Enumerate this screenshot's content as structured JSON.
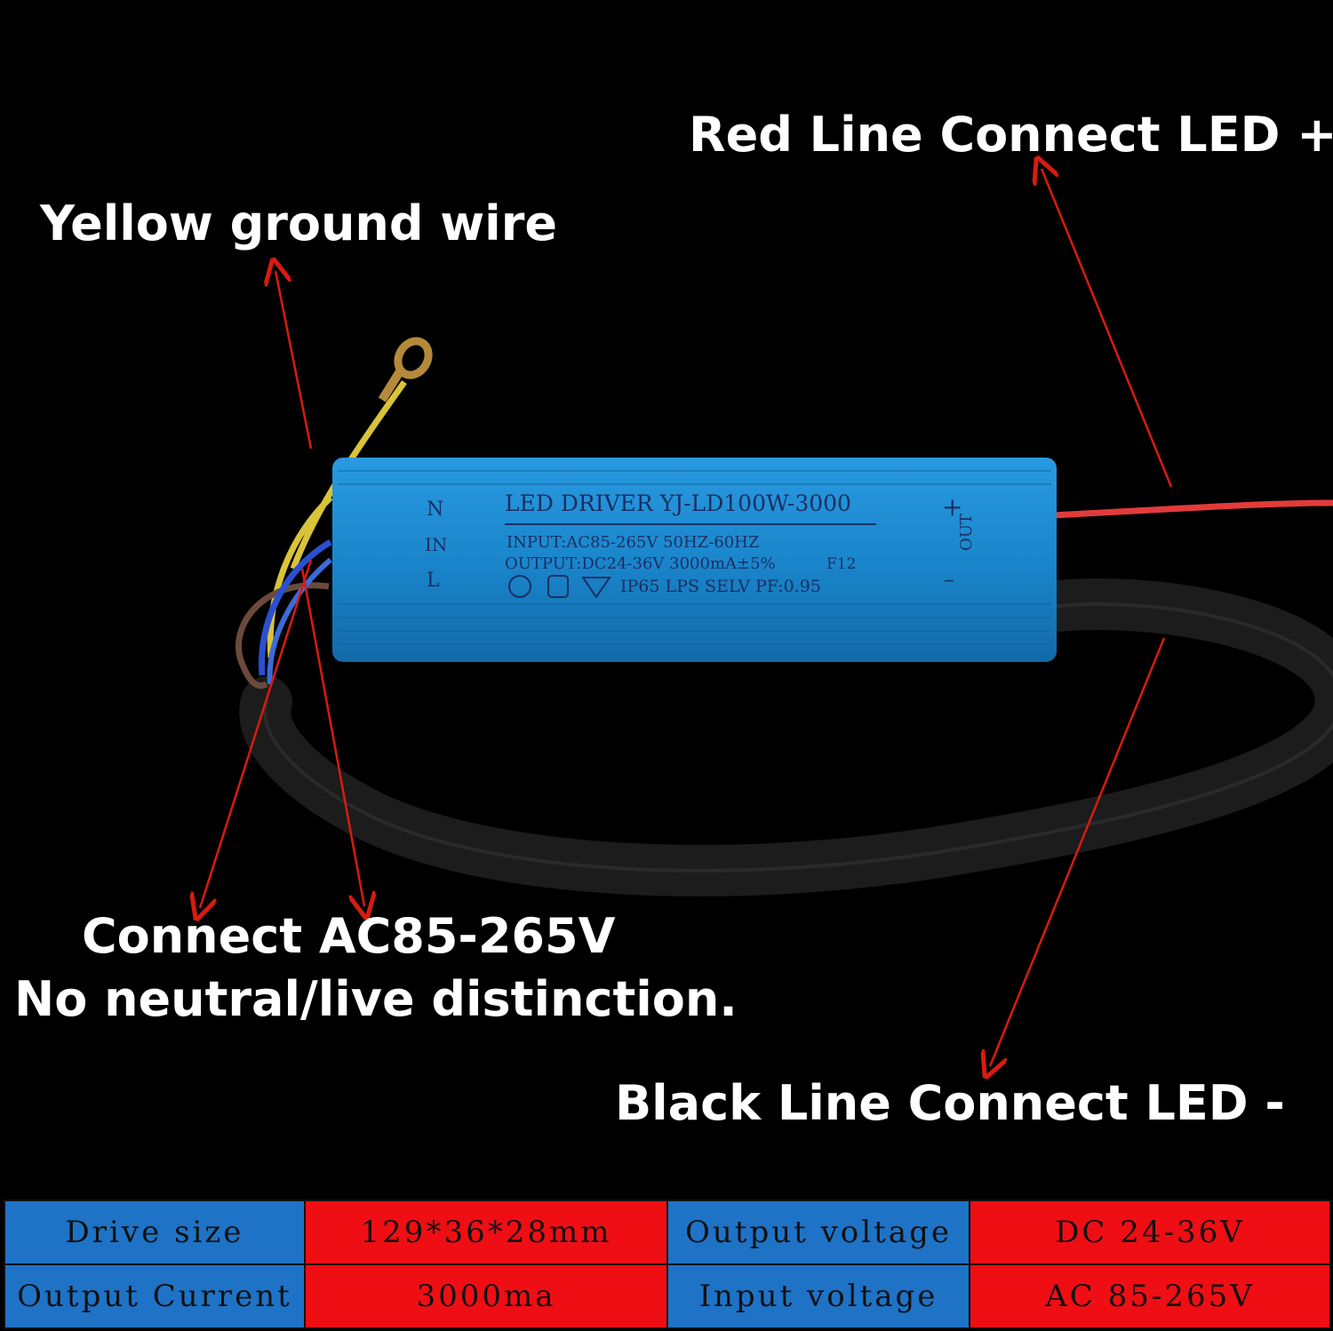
{
  "colors": {
    "background": "#000000",
    "annotation_text": "#ffffff",
    "arrow": "#d81b10",
    "driver_body": "#1a8fd6",
    "table_key_bg": "#1e73c6",
    "table_value_bg": "#ef0e14"
  },
  "annotations": {
    "red_line": "Red Line  Connect LED +",
    "yellow_ground": "Yellow ground wire",
    "ac_line1": "Connect AC85-265V",
    "ac_line2": "No neutral/live distinction.",
    "black_line": "Black Line  Connect LED -"
  },
  "driver_label": {
    "terminal_n": "N",
    "terminal_in": "IN",
    "terminal_l": "L",
    "title": "LED DRIVER YJ-LD100W-3000",
    "input": "INPUT:AC85-265V 50HZ-60HZ",
    "output": "OUTPUT:DC24-36V 3000mA±5%",
    "code": "F12",
    "ratings": "IP65 LPS SELV PF:0.95",
    "plus": "+",
    "out": "OUT",
    "minus": "–"
  },
  "spec_table": {
    "rows": [
      [
        {
          "text": "Drive size",
          "kind": "key"
        },
        {
          "text": "129*36*28mm",
          "kind": "value"
        },
        {
          "text": "Output voltage",
          "kind": "key"
        },
        {
          "text": "DC 24-36V",
          "kind": "value"
        }
      ],
      [
        {
          "text": "Output Current",
          "kind": "key"
        },
        {
          "text": "3000ma",
          "kind": "value"
        },
        {
          "text": "Input voltage",
          "kind": "key"
        },
        {
          "text": "AC 85-265V",
          "kind": "value"
        }
      ]
    ]
  }
}
